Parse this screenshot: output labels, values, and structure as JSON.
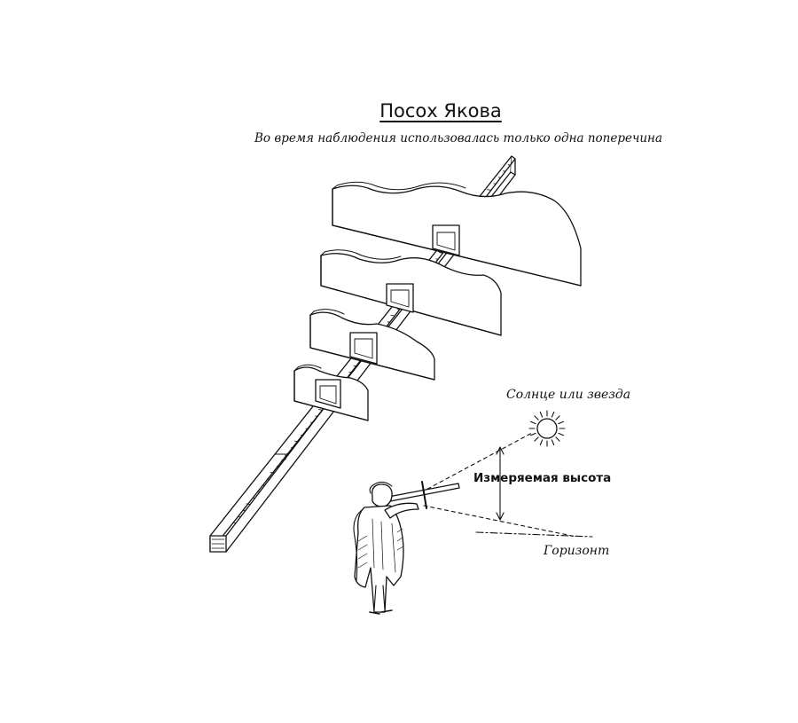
{
  "title": "Посох Якова",
  "subtitle": "Во время наблюдения использовалась только одна поперечина",
  "labels": {
    "sun": "Солнце или звезда",
    "altitude": "Измеряемая высота",
    "horizon": "Горизонт"
  },
  "illustration": {
    "staff_icon": "jacobs-staff-icon",
    "observer_icon": "observer-figure-icon",
    "sun_icon": "sun-icon",
    "line_color": "#111111",
    "crosspiece_count": 4
  }
}
